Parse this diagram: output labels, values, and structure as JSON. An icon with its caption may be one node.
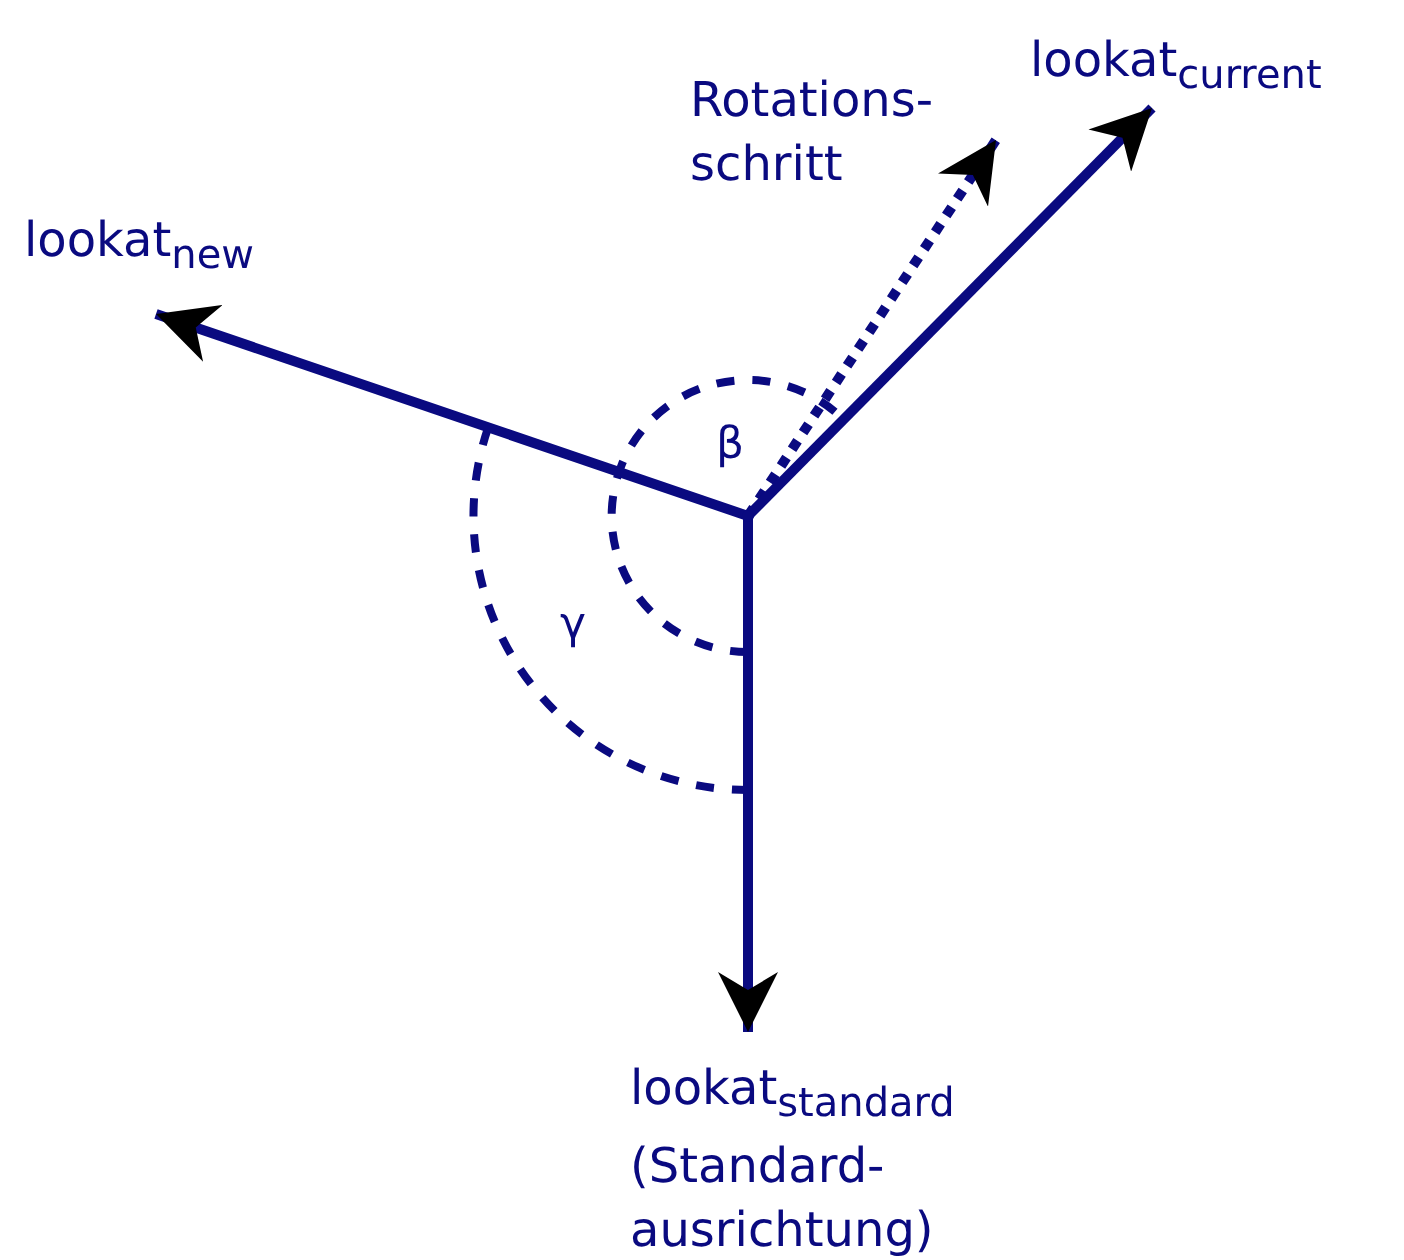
{
  "diagram": {
    "nodes": [
      {
        "text": [
          "lookat$_{new}$"
        ]
      },
      {
        "text": [
          "Rotations- schritt"
        ]
      },
      {
        "text": [
          "lookat$_{current}$"
        ]
      },
      {
        "text": [
          "lookat$_{standard}$",
          "(Standard- ausrichtung)"
        ]
      },
      {
        "text": [],
        "shape": "point"
      }
    ],
    "edges": [
      {
        "from": 4,
        "to": 0,
        "arrow": "to"
      },
      {
        "from": 4,
        "to": 1,
        "arrow": "to",
        "style": "dashed"
      },
      {
        "from": 4,
        "to": 2,
        "arrow": "to"
      },
      {
        "from": 4,
        "to": 3,
        "arrow": "to"
      }
    ],
    "labels": [
      "β",
      "γ"
    ]
  }
}
